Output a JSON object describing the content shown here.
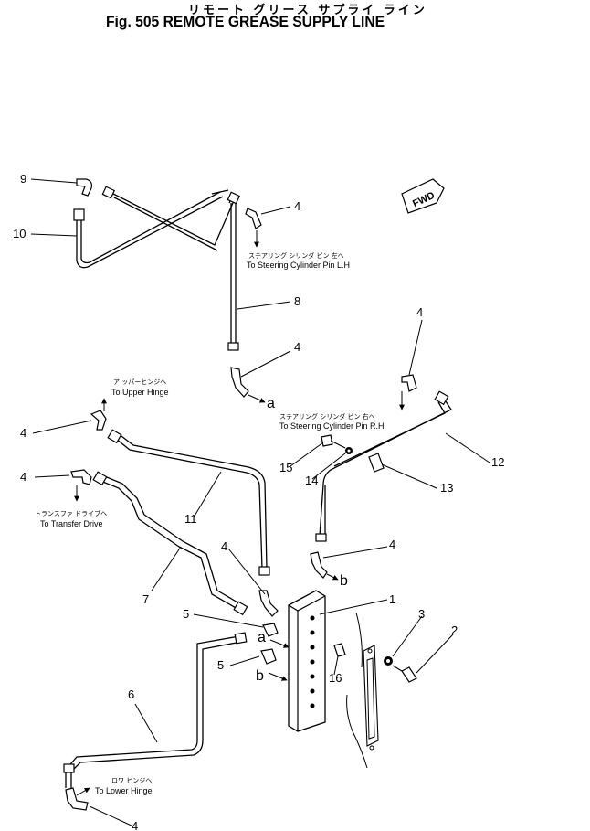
{
  "title": {
    "japanese": "リモート グリース サプライ ライン",
    "english": "Fig. 505 REMOTE GREASE SUPPLY LINE"
  },
  "direction_badge": "FWD",
  "part_numbers": {
    "p1": "1",
    "p2": "2",
    "p3": "3",
    "p4a": "4",
    "p4b": "4",
    "p4c": "4",
    "p4d": "4",
    "p4e": "4",
    "p4f": "4",
    "p4g": "4",
    "p4h": "4",
    "p5a": "5",
    "p5b": "5",
    "p6": "6",
    "p7": "7",
    "p8": "8",
    "p9": "9",
    "p10": "10",
    "p11": "11",
    "p12": "12",
    "p13": "13",
    "p14": "14",
    "p15": "15",
    "p16": "16"
  },
  "connection_marks": {
    "a1": "a",
    "b1": "b",
    "a2": "a",
    "b2": "b"
  },
  "annotations": {
    "steer_lh_jp": "ステアリング シリンダ ピン 左へ",
    "steer_lh_en": "To Steering Cylinder Pin L.H",
    "upper_jp": "ア ッパーヒンジへ",
    "upper_en": "To Upper Hinge",
    "steer_rh_jp": "ステアリング シリンダ ピン 右へ",
    "steer_rh_en": "To Steering Cylinder Pin R.H",
    "transfer_jp": "トランスファ ドライブへ",
    "transfer_en": "To Transfer Drive",
    "lower_jp": "ロワ ヒンジへ",
    "lower_en": "To Lower Hinge"
  }
}
